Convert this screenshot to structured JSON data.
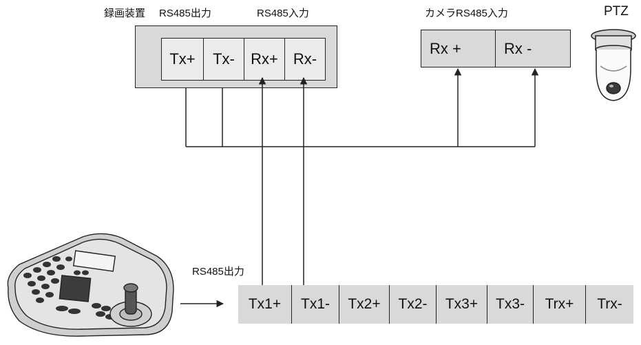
{
  "recorder": {
    "title": "録画装置",
    "out_label": "RS485出力",
    "in_label": "RS485入力",
    "ports": [
      "Tx+",
      "Tx-",
      "Rx+",
      "Rx-"
    ]
  },
  "camera": {
    "label": "カメラRS485入力",
    "ports": [
      "Rx +",
      "Rx -"
    ],
    "ptz_label": "PTZ"
  },
  "keyboard": {
    "out_label": "RS485出力",
    "ports": [
      "Tx1+",
      "Tx1-",
      "Tx2+",
      "Tx2-",
      "Tx3+",
      "Tx3-",
      "Trx+",
      "Trx-"
    ]
  },
  "colors": {
    "box_fill": "#d9d9d9",
    "cell_fill": "#ebebeb",
    "line": "#222222"
  }
}
